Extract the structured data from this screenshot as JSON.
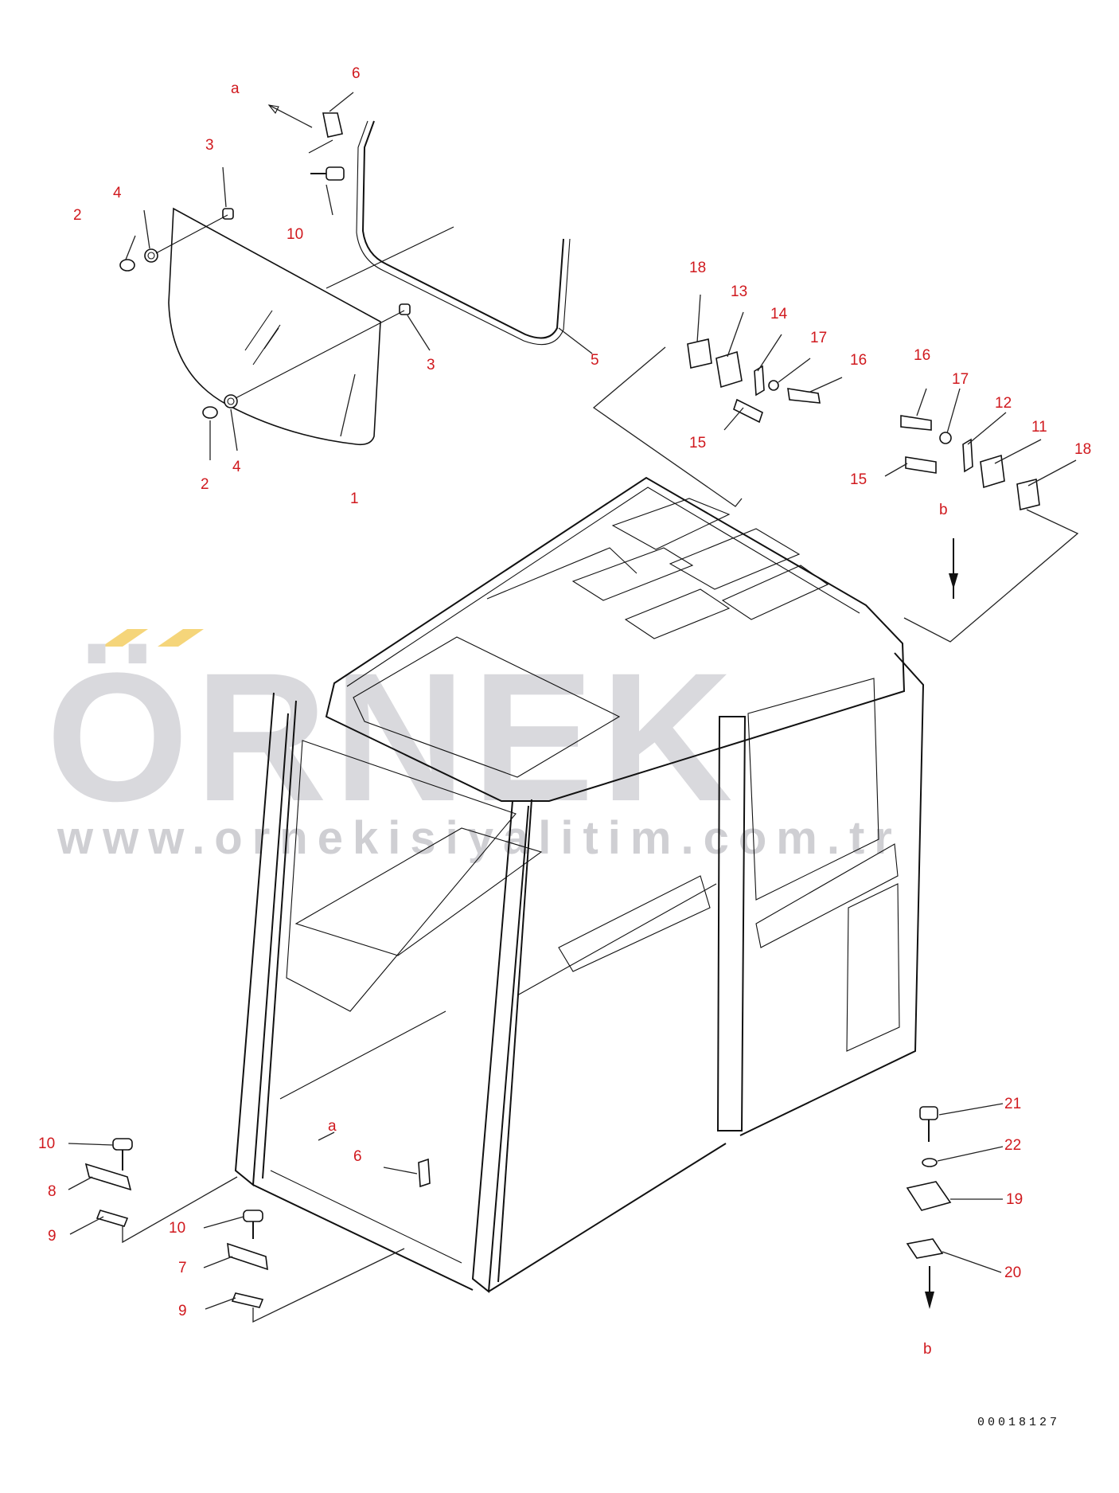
{
  "watermark": {
    "brand": "ÖRNEK",
    "url": "www.ornekisiyalitim.com.tr",
    "accent_color": "#f5d57a",
    "text_color": "#d9d9dd"
  },
  "document_number": "00018127",
  "label_color": "#d0191e",
  "callouts": {
    "a_top": "a",
    "a_cab": "a",
    "b_top": "b",
    "b_bottom": "b",
    "c1": "1",
    "c2_left": "2",
    "c2_bottom": "2",
    "c3_top": "3",
    "c3_right": "3",
    "c4_top": "4",
    "c4_bottom": "4",
    "c5": "5",
    "c6_top": "6",
    "c6_cab": "6",
    "c7": "7",
    "c8": "8",
    "c9_left": "9",
    "c9_bottom": "9",
    "c10_top": "10",
    "c10_left": "10",
    "c10_bottom": "10",
    "c11": "11",
    "c12": "12",
    "c13": "13",
    "c14": "14",
    "c15_left": "15",
    "c15_right": "15",
    "c16_left": "16",
    "c16_right": "16",
    "c17_left": "17",
    "c17_right": "17",
    "c18_left": "18",
    "c18_right": "18",
    "c19": "19",
    "c20": "20",
    "c21": "21",
    "c22": "22"
  }
}
